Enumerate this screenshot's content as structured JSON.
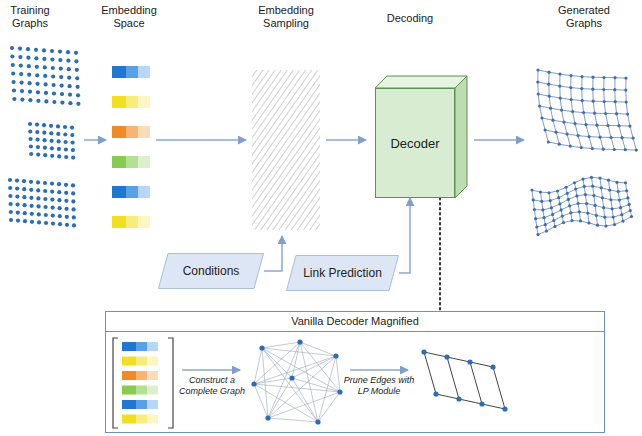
{
  "diagram": {
    "nodes": [
      {
        "text": [
          "Decoder"
        ]
      },
      {
        "text": [
          "Conditions"
        ]
      },
      {
        "text": [
          "Link Prediction"
        ]
      },
      {
        "text": [
          "Vanilla Decoder Magnified"
        ]
      }
    ],
    "edges": [
      {
        "from": 2,
        "to": 0,
        "arrow": "to"
      },
      {
        "from": 0,
        "to": 3,
        "arrow": "none"
      }
    ],
    "labels": [
      "Training Graphs",
      "Embedding Space",
      "Embedding Sampling",
      "Decoding",
      "Generated Graphs",
      "Construct a Complete Graph",
      "Prune Edges with LP Module"
    ]
  }
}
